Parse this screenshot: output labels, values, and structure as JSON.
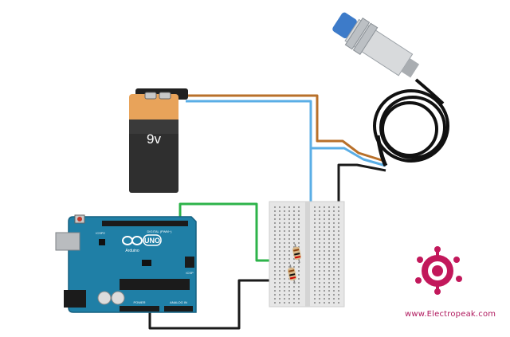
{
  "battery": {
    "label": "9v"
  },
  "arduino": {
    "model_label": "UNO",
    "brand_label": "Arduino",
    "header_digital": "DIGITAL (PWM~)",
    "header_power": "POWER",
    "header_analog": "ANALOG IN",
    "icsp_label": "ICSP",
    "icsp2_label": "ICSP2"
  },
  "brand": {
    "url": "www.Electropeak.com",
    "color": "#c2185b"
  },
  "colors": {
    "wire_brown": "#b8702a",
    "wire_blue": "#5aaee6",
    "wire_green": "#2db34a",
    "wire_black": "#1a1a1a",
    "arduino_board": "#1f7fa6",
    "battery_body": "#2f2f2f",
    "battery_top": "#e8a35a",
    "sensor_cap": "#3d7bc9"
  }
}
